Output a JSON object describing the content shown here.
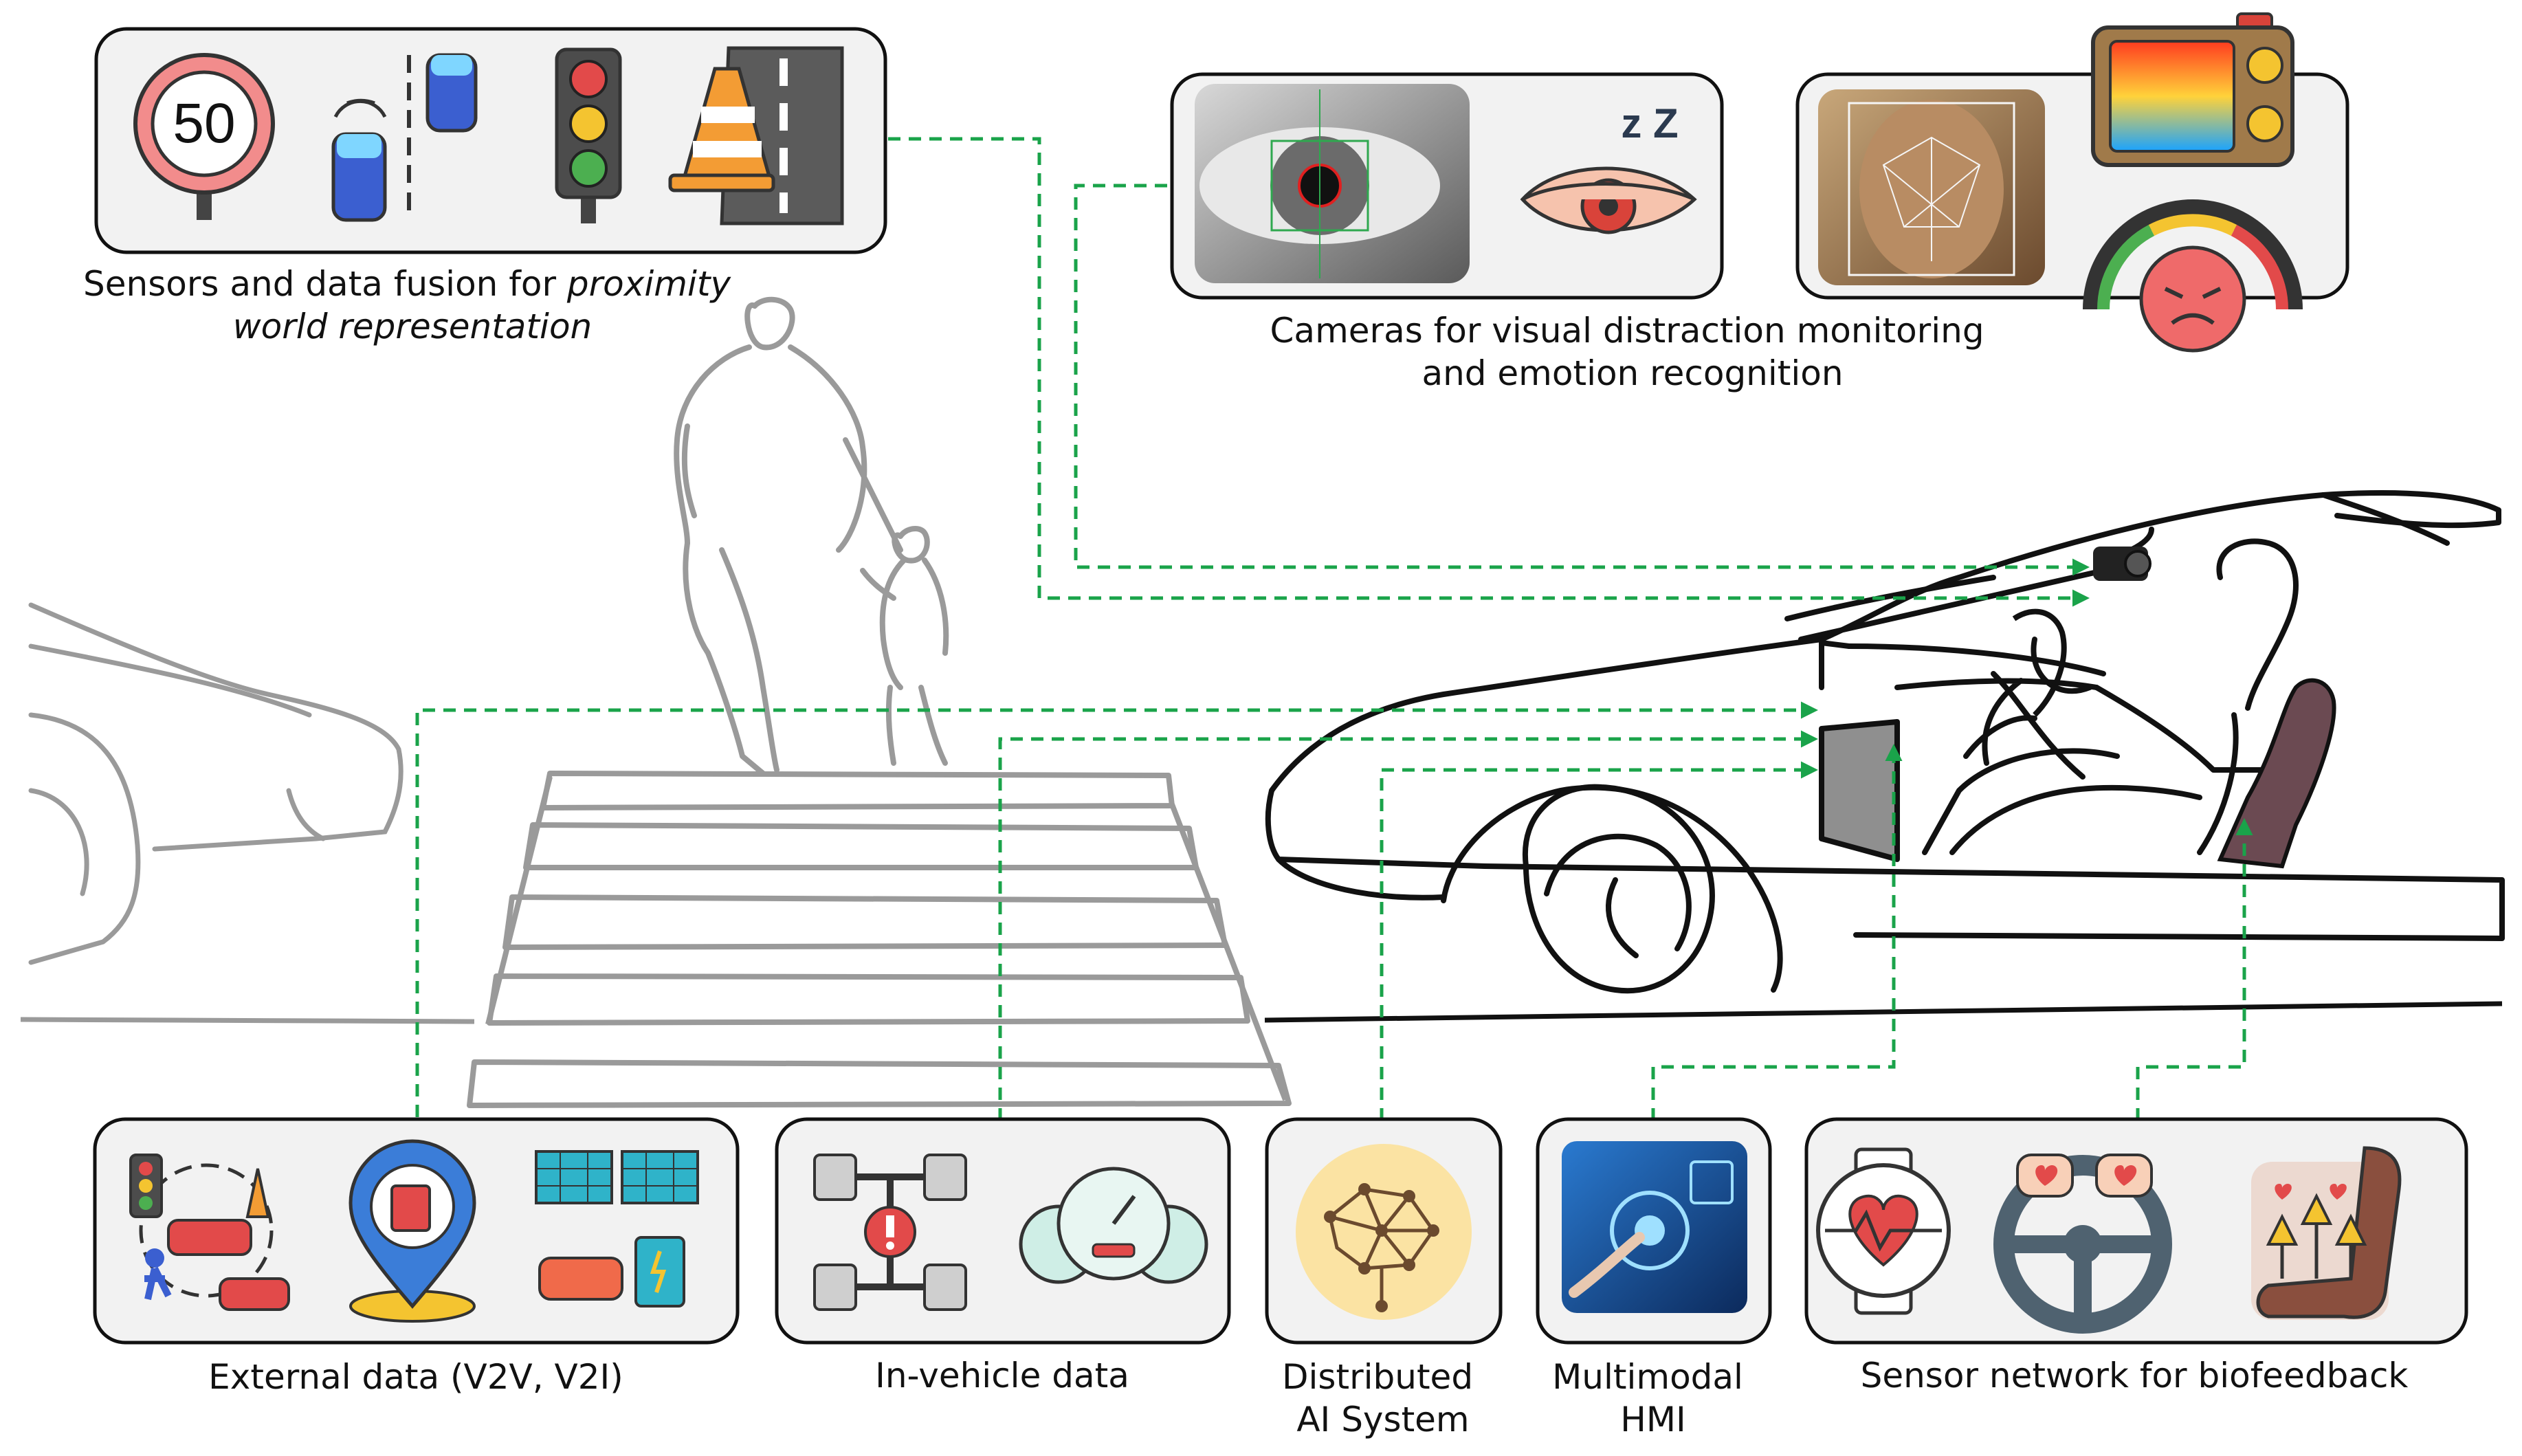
{
  "labels": {
    "sensors_fusion": {
      "line1_plain": "Sensors and data fusion for ",
      "line1_italic": "proximity",
      "line2_italic": "world representation"
    },
    "cameras": {
      "line1": "Cameras for visual distraction monitoring",
      "line2": "and emotion recognition"
    },
    "external_data": "External data (V2V, V2I)",
    "in_vehicle_data": "In-vehicle data",
    "distributed_ai": {
      "line1": "Distributed",
      "line2": "AI System"
    },
    "multimodal_hmi": {
      "line1": "Multimodal",
      "line2": "HMI"
    },
    "biofeedback": "Sensor network for biofeedback"
  },
  "sign": {
    "speed_limit": "50",
    "sleep_marks": "z Z"
  },
  "colors": {
    "connector": "#1aa34a",
    "sketch_gray": "#9a9a9a",
    "sketch_black": "#111111",
    "panel_bg": "#f2f2f2",
    "seat": "#6b4a52"
  },
  "icons": [
    "speed-limit-sign-icon",
    "connected-cars-icon",
    "traffic-light-icon",
    "traffic-cone-road-icon",
    "eye-tracking-photo",
    "drowsy-eye-icon",
    "face-mesh-photo",
    "thermal-camera-icon",
    "angry-emotion-gauge-icon",
    "v2x-network-icon",
    "charging-station-pin-icon",
    "solar-ev-charging-icon",
    "chassis-warning-icon",
    "dashboard-gauge-icon",
    "ai-brain-network-icon",
    "hmi-touch-photo",
    "smartwatch-heart-icon",
    "steering-wheel-heart-icon",
    "seat-heat-icon",
    "driver-camera-icon"
  ]
}
